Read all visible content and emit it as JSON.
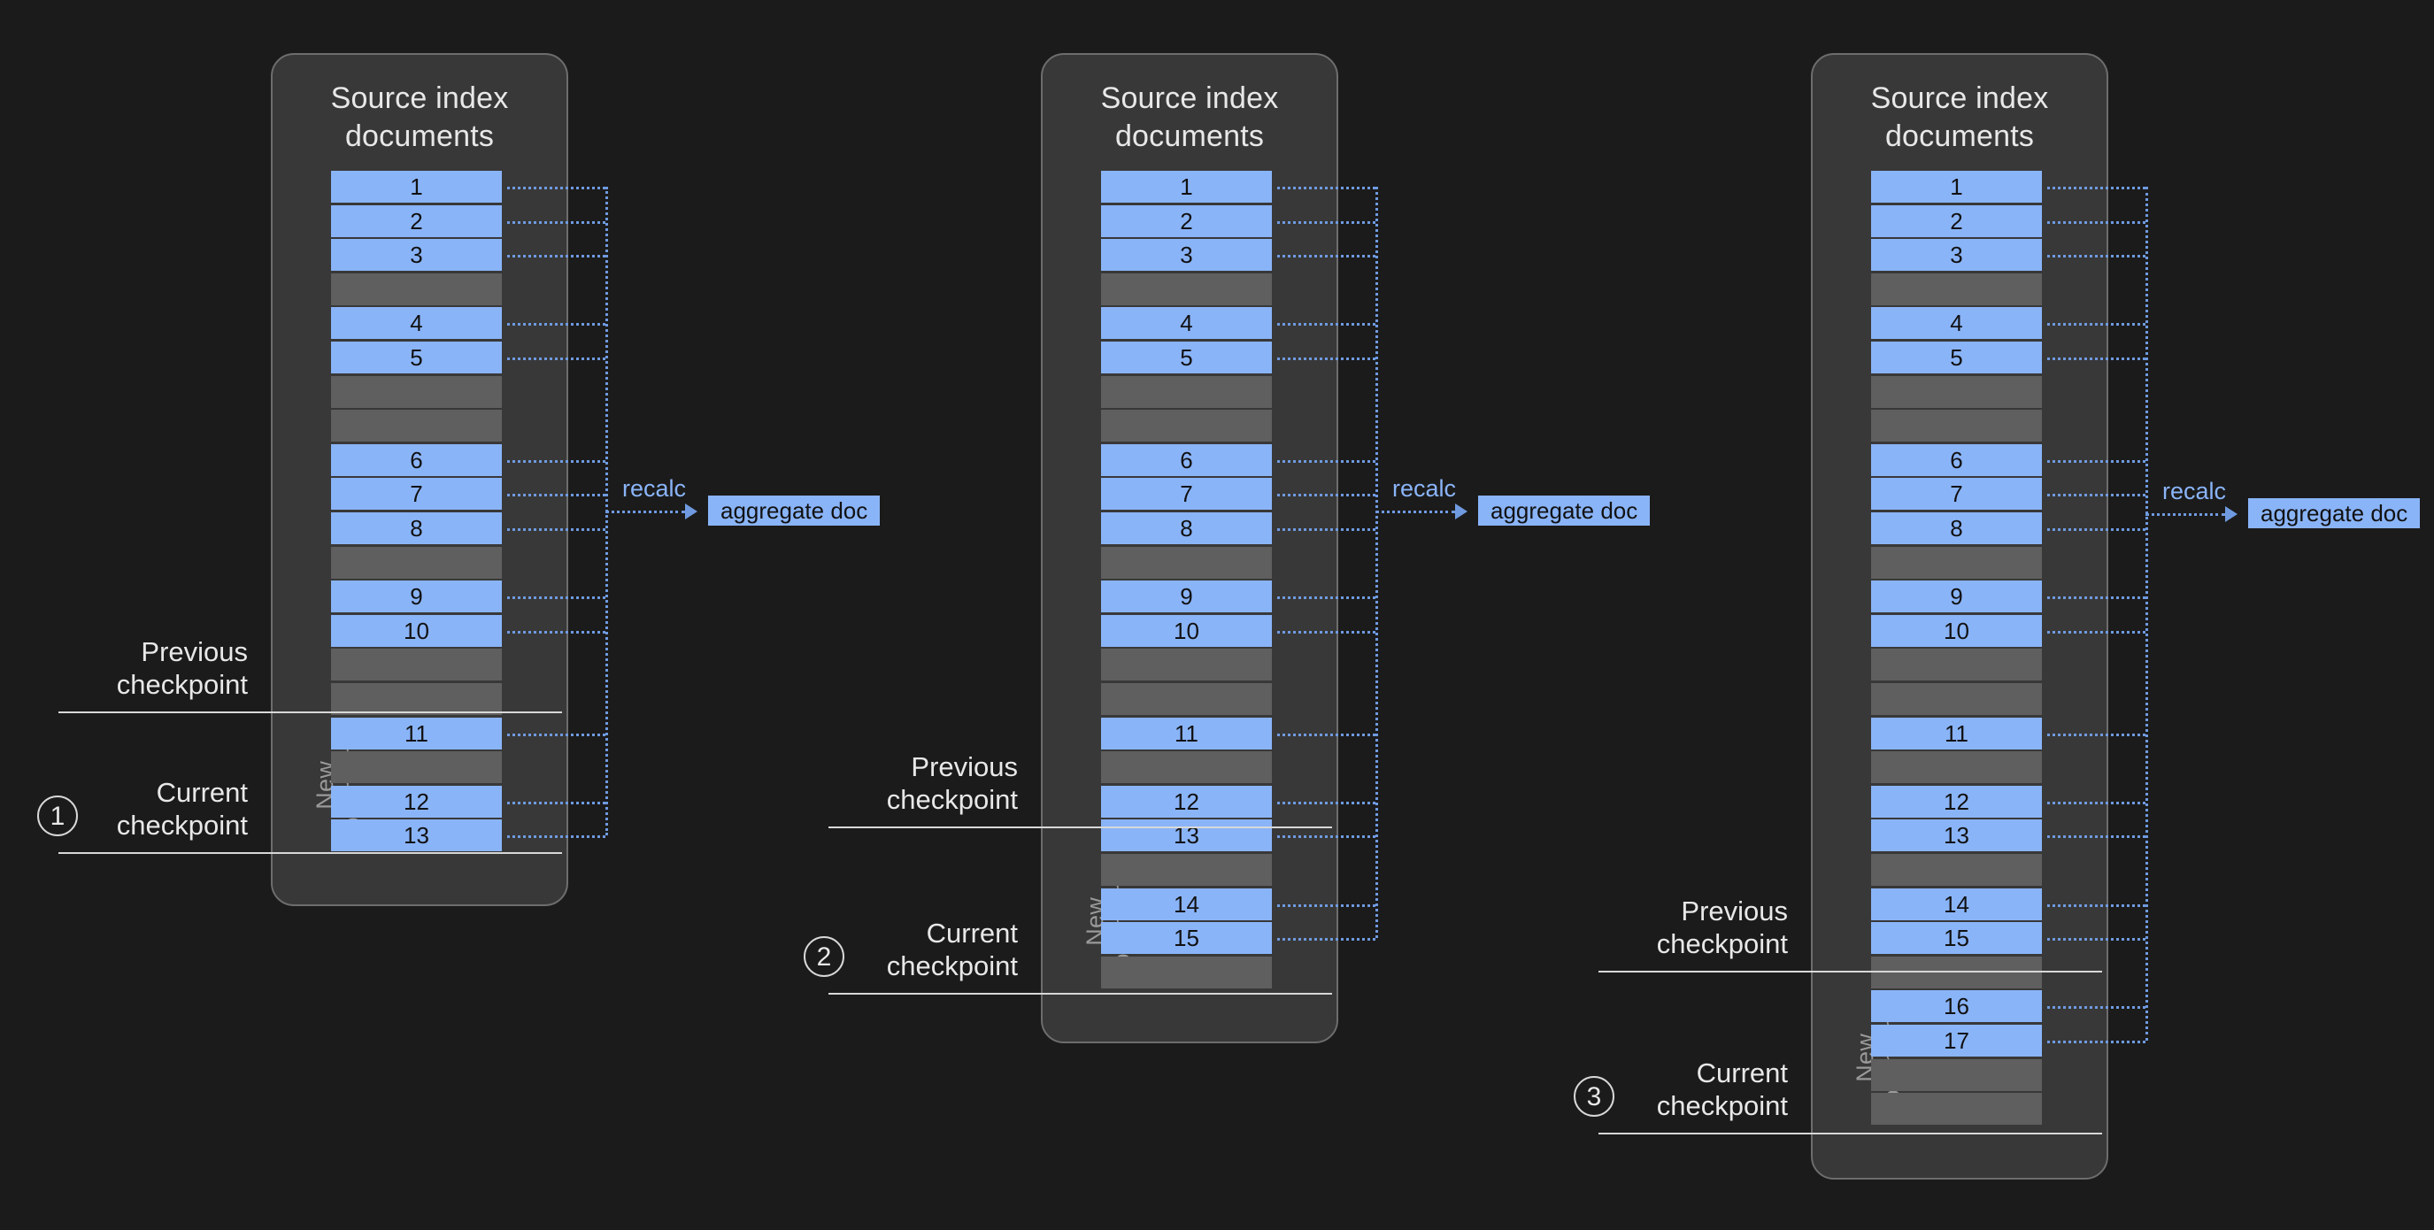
{
  "theme": {
    "page_bg": "#1b1b1b",
    "panel_bg": "#383838",
    "panel_border": "#6d6d6d",
    "doc_blue": "#8ab4f8",
    "doc_gray": "#5f5f5f",
    "connector_blue": "#6f9ae0",
    "text_light": "#e8e8e8",
    "text_muted": "#9a9a9a",
    "rule": "#d8d8d8"
  },
  "panels": [
    {
      "id": "stage-1",
      "title": "Source index\ndocuments",
      "new_documents_label": "New\ndocuments",
      "recalc_label": "recalc",
      "aggregate_label": "aggregate doc",
      "checkpoint": {
        "number": "1",
        "previous_label": "Previous\ncheckpoint",
        "current_label": "Current\ncheckpoint"
      },
      "rows": [
        {
          "kind": "blue",
          "label": "1"
        },
        {
          "kind": "blue",
          "label": "2"
        },
        {
          "kind": "blue",
          "label": "3"
        },
        {
          "kind": "gray",
          "label": ""
        },
        {
          "kind": "blue",
          "label": "4"
        },
        {
          "kind": "blue",
          "label": "5"
        },
        {
          "kind": "gray",
          "label": ""
        },
        {
          "kind": "gray",
          "label": ""
        },
        {
          "kind": "blue",
          "label": "6"
        },
        {
          "kind": "blue",
          "label": "7"
        },
        {
          "kind": "blue",
          "label": "8"
        },
        {
          "kind": "gray",
          "label": ""
        },
        {
          "kind": "blue",
          "label": "9"
        },
        {
          "kind": "blue",
          "label": "10"
        },
        {
          "kind": "gray",
          "label": ""
        },
        {
          "kind": "gray",
          "label": ""
        },
        {
          "kind": "blue",
          "label": "11"
        },
        {
          "kind": "gray",
          "label": ""
        },
        {
          "kind": "blue",
          "label": "12"
        },
        {
          "kind": "blue",
          "label": "13"
        }
      ],
      "new_docs_start_index": 16
    },
    {
      "id": "stage-2",
      "title": "Source index\ndocuments",
      "new_documents_label": "New\ndocuments",
      "recalc_label": "recalc",
      "aggregate_label": "aggregate doc",
      "checkpoint": {
        "number": "2",
        "previous_label": "Previous\ncheckpoint",
        "current_label": "Current\ncheckpoint"
      },
      "rows": [
        {
          "kind": "blue",
          "label": "1"
        },
        {
          "kind": "blue",
          "label": "2"
        },
        {
          "kind": "blue",
          "label": "3"
        },
        {
          "kind": "gray",
          "label": ""
        },
        {
          "kind": "blue",
          "label": "4"
        },
        {
          "kind": "blue",
          "label": "5"
        },
        {
          "kind": "gray",
          "label": ""
        },
        {
          "kind": "gray",
          "label": ""
        },
        {
          "kind": "blue",
          "label": "6"
        },
        {
          "kind": "blue",
          "label": "7"
        },
        {
          "kind": "blue",
          "label": "8"
        },
        {
          "kind": "gray",
          "label": ""
        },
        {
          "kind": "blue",
          "label": "9"
        },
        {
          "kind": "blue",
          "label": "10"
        },
        {
          "kind": "gray",
          "label": ""
        },
        {
          "kind": "gray",
          "label": ""
        },
        {
          "kind": "blue",
          "label": "11"
        },
        {
          "kind": "gray",
          "label": ""
        },
        {
          "kind": "blue",
          "label": "12"
        },
        {
          "kind": "blue",
          "label": "13"
        },
        {
          "kind": "gray",
          "label": ""
        },
        {
          "kind": "blue",
          "label": "14"
        },
        {
          "kind": "blue",
          "label": "15"
        },
        {
          "kind": "gray",
          "label": ""
        }
      ],
      "new_docs_start_index": 20
    },
    {
      "id": "stage-3",
      "title": "Source index\ndocuments",
      "new_documents_label": "New\ndocuments",
      "recalc_label": "recalc",
      "aggregate_label": "aggregate doc",
      "checkpoint": {
        "number": "3",
        "previous_label": "Previous\ncheckpoint",
        "current_label": "Current\ncheckpoint"
      },
      "rows": [
        {
          "kind": "blue",
          "label": "1"
        },
        {
          "kind": "blue",
          "label": "2"
        },
        {
          "kind": "blue",
          "label": "3"
        },
        {
          "kind": "gray",
          "label": ""
        },
        {
          "kind": "blue",
          "label": "4"
        },
        {
          "kind": "blue",
          "label": "5"
        },
        {
          "kind": "gray",
          "label": ""
        },
        {
          "kind": "gray",
          "label": ""
        },
        {
          "kind": "blue",
          "label": "6"
        },
        {
          "kind": "blue",
          "label": "7"
        },
        {
          "kind": "blue",
          "label": "8"
        },
        {
          "kind": "gray",
          "label": ""
        },
        {
          "kind": "blue",
          "label": "9"
        },
        {
          "kind": "blue",
          "label": "10"
        },
        {
          "kind": "gray",
          "label": ""
        },
        {
          "kind": "gray",
          "label": ""
        },
        {
          "kind": "blue",
          "label": "11"
        },
        {
          "kind": "gray",
          "label": ""
        },
        {
          "kind": "blue",
          "label": "12"
        },
        {
          "kind": "blue",
          "label": "13"
        },
        {
          "kind": "gray",
          "label": ""
        },
        {
          "kind": "blue",
          "label": "14"
        },
        {
          "kind": "blue",
          "label": "15"
        },
        {
          "kind": "gray",
          "label": ""
        },
        {
          "kind": "blue",
          "label": "16"
        },
        {
          "kind": "blue",
          "label": "17"
        },
        {
          "kind": "gray",
          "label": ""
        },
        {
          "kind": "gray",
          "label": ""
        }
      ],
      "new_docs_start_index": 24
    }
  ]
}
